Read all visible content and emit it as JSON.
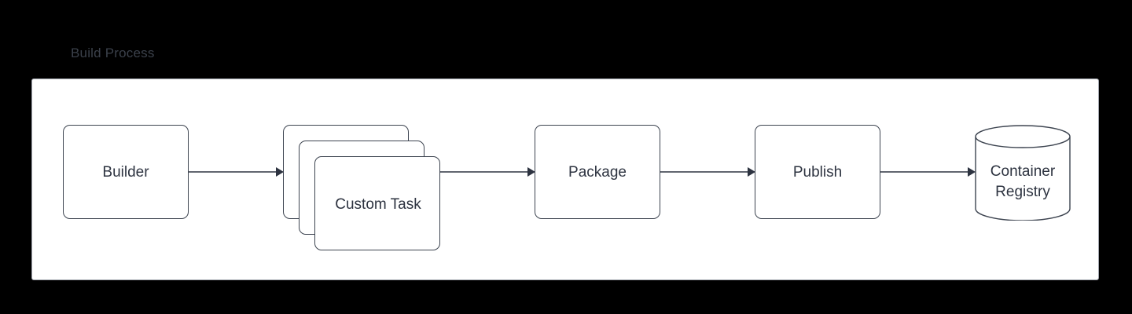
{
  "diagram": {
    "title": "Build Process",
    "title_color": "#3b414b",
    "background_color": "#000000",
    "container": {
      "fill": "#ffffff",
      "border_color": "#a3a7b0"
    },
    "stroke_color": "#3d4450",
    "text_color": "#2d3340",
    "type": "flowchart",
    "orientation": "left-to-right",
    "nodes": [
      {
        "id": "builder",
        "label": "Builder",
        "shape": "rounded-rectangle"
      },
      {
        "id": "custom-task",
        "label": "Custom Task",
        "shape": "stacked-rounded-rectangle",
        "stack_count": 3
      },
      {
        "id": "package",
        "label": "Package",
        "shape": "rounded-rectangle"
      },
      {
        "id": "publish",
        "label": "Publish",
        "shape": "rounded-rectangle"
      },
      {
        "id": "container-registry",
        "label_line_1": "Container",
        "label_line_2": "Registry",
        "shape": "cylinder"
      }
    ],
    "edges": [
      {
        "from": "builder",
        "to": "custom-task",
        "arrow": "single"
      },
      {
        "from": "custom-task",
        "to": "package",
        "arrow": "single"
      },
      {
        "from": "package",
        "to": "publish",
        "arrow": "single"
      },
      {
        "from": "publish",
        "to": "container-registry",
        "arrow": "single"
      }
    ]
  }
}
